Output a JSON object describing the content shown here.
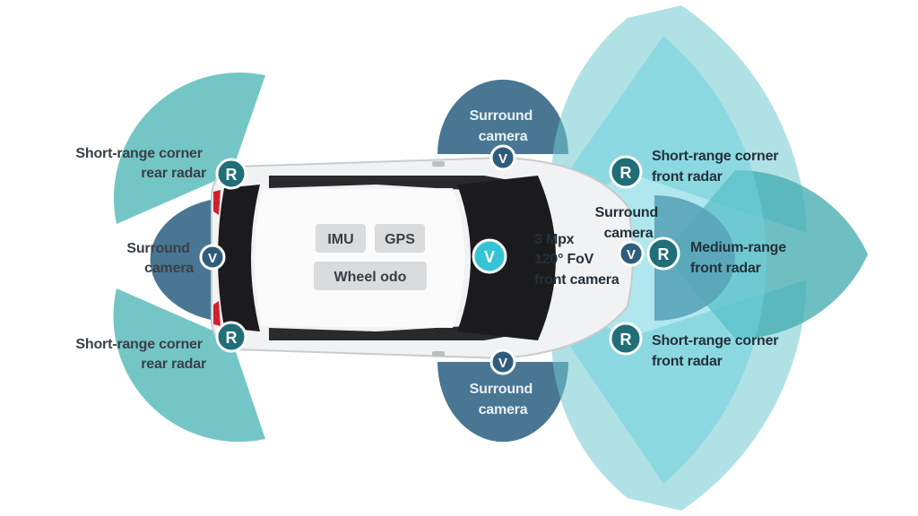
{
  "colors": {
    "radar_teal": "#5cbcbc",
    "camera_blue": "#3f6f8c",
    "front_camera_cyan": "#6fd2de",
    "badge_r": "#1f6e78",
    "badge_v": "#2f5c7a",
    "badge_v_front": "#35c4d6",
    "car_body": "#f1f2f3",
    "glass": "#1b1b1d",
    "taillight": "#d2202e",
    "chip": "#d9dbdd"
  },
  "legend_badges": {
    "radar": "R",
    "camera": "V"
  },
  "car_sensors_boxes": [
    "IMU",
    "GPS",
    "Wheel odo"
  ],
  "sensors": {
    "rear_left_radar": {
      "label_lines": [
        "Short-range corner",
        "rear radar"
      ],
      "badge": "R"
    },
    "rear_right_radar": {
      "label_lines": [
        "Short-range corner",
        "rear radar"
      ],
      "badge": "R"
    },
    "rear_camera": {
      "label_lines": [
        "Surround",
        "camera"
      ],
      "badge": "V"
    },
    "top_camera": {
      "label_lines": [
        "Surround",
        "camera"
      ],
      "badge": "V"
    },
    "bottom_camera": {
      "label_lines": [
        "Surround",
        "camera"
      ],
      "badge": "V"
    },
    "front_camera": {
      "label_lines": [
        "3 Mpx",
        "120° FoV",
        "front camera"
      ],
      "badge": "V"
    },
    "front_surround_camera": {
      "label_lines": [
        "Surround",
        "camera"
      ],
      "badge": "V"
    },
    "front_left_radar": {
      "label_lines": [
        "Short-range corner",
        "front radar"
      ],
      "badge": "R"
    },
    "front_right_radar": {
      "label_lines": [
        "Short-range corner",
        "front radar"
      ],
      "badge": "R"
    },
    "medium_range_radar": {
      "label_lines": [
        "Medium-range",
        "front radar"
      ],
      "badge": "R"
    }
  }
}
